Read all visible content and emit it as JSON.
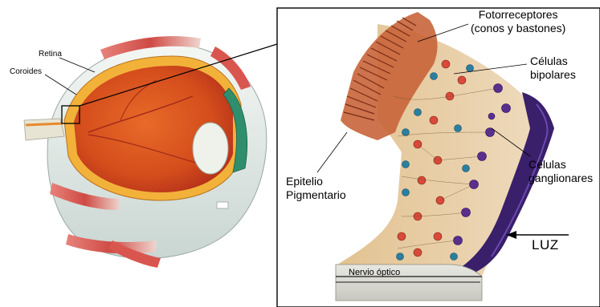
{
  "labels": {
    "retina": "Retina",
    "coroides": "Coroides",
    "fotorreceptores": "Fotorreceptores\n(conos y bastones)",
    "bipolares": "Células\nbipolares",
    "ganglionares": "Células\nganglionares",
    "epitelio": "Epitelio\nPigmentario",
    "luz": "LUZ",
    "nervio": "Nervio óptico"
  },
  "colors": {
    "sclera": "#e8eeea",
    "retina_orange": "#d85a1e",
    "retina_red": "#c8301c",
    "muscle": "#d9564f",
    "iris_green": "#2f8f6c",
    "tissue": "#e6c9a0",
    "photoreceptor": "#b84a2a",
    "ganglion_violet": "#5a2e8f",
    "optic_nerve": "#d8d8d0"
  },
  "icons": {
    "eyeball": "eye-cross-section-illustration",
    "retina_detail": "retina-layers-illustration",
    "light_arrow": "arrow-left-icon"
  }
}
